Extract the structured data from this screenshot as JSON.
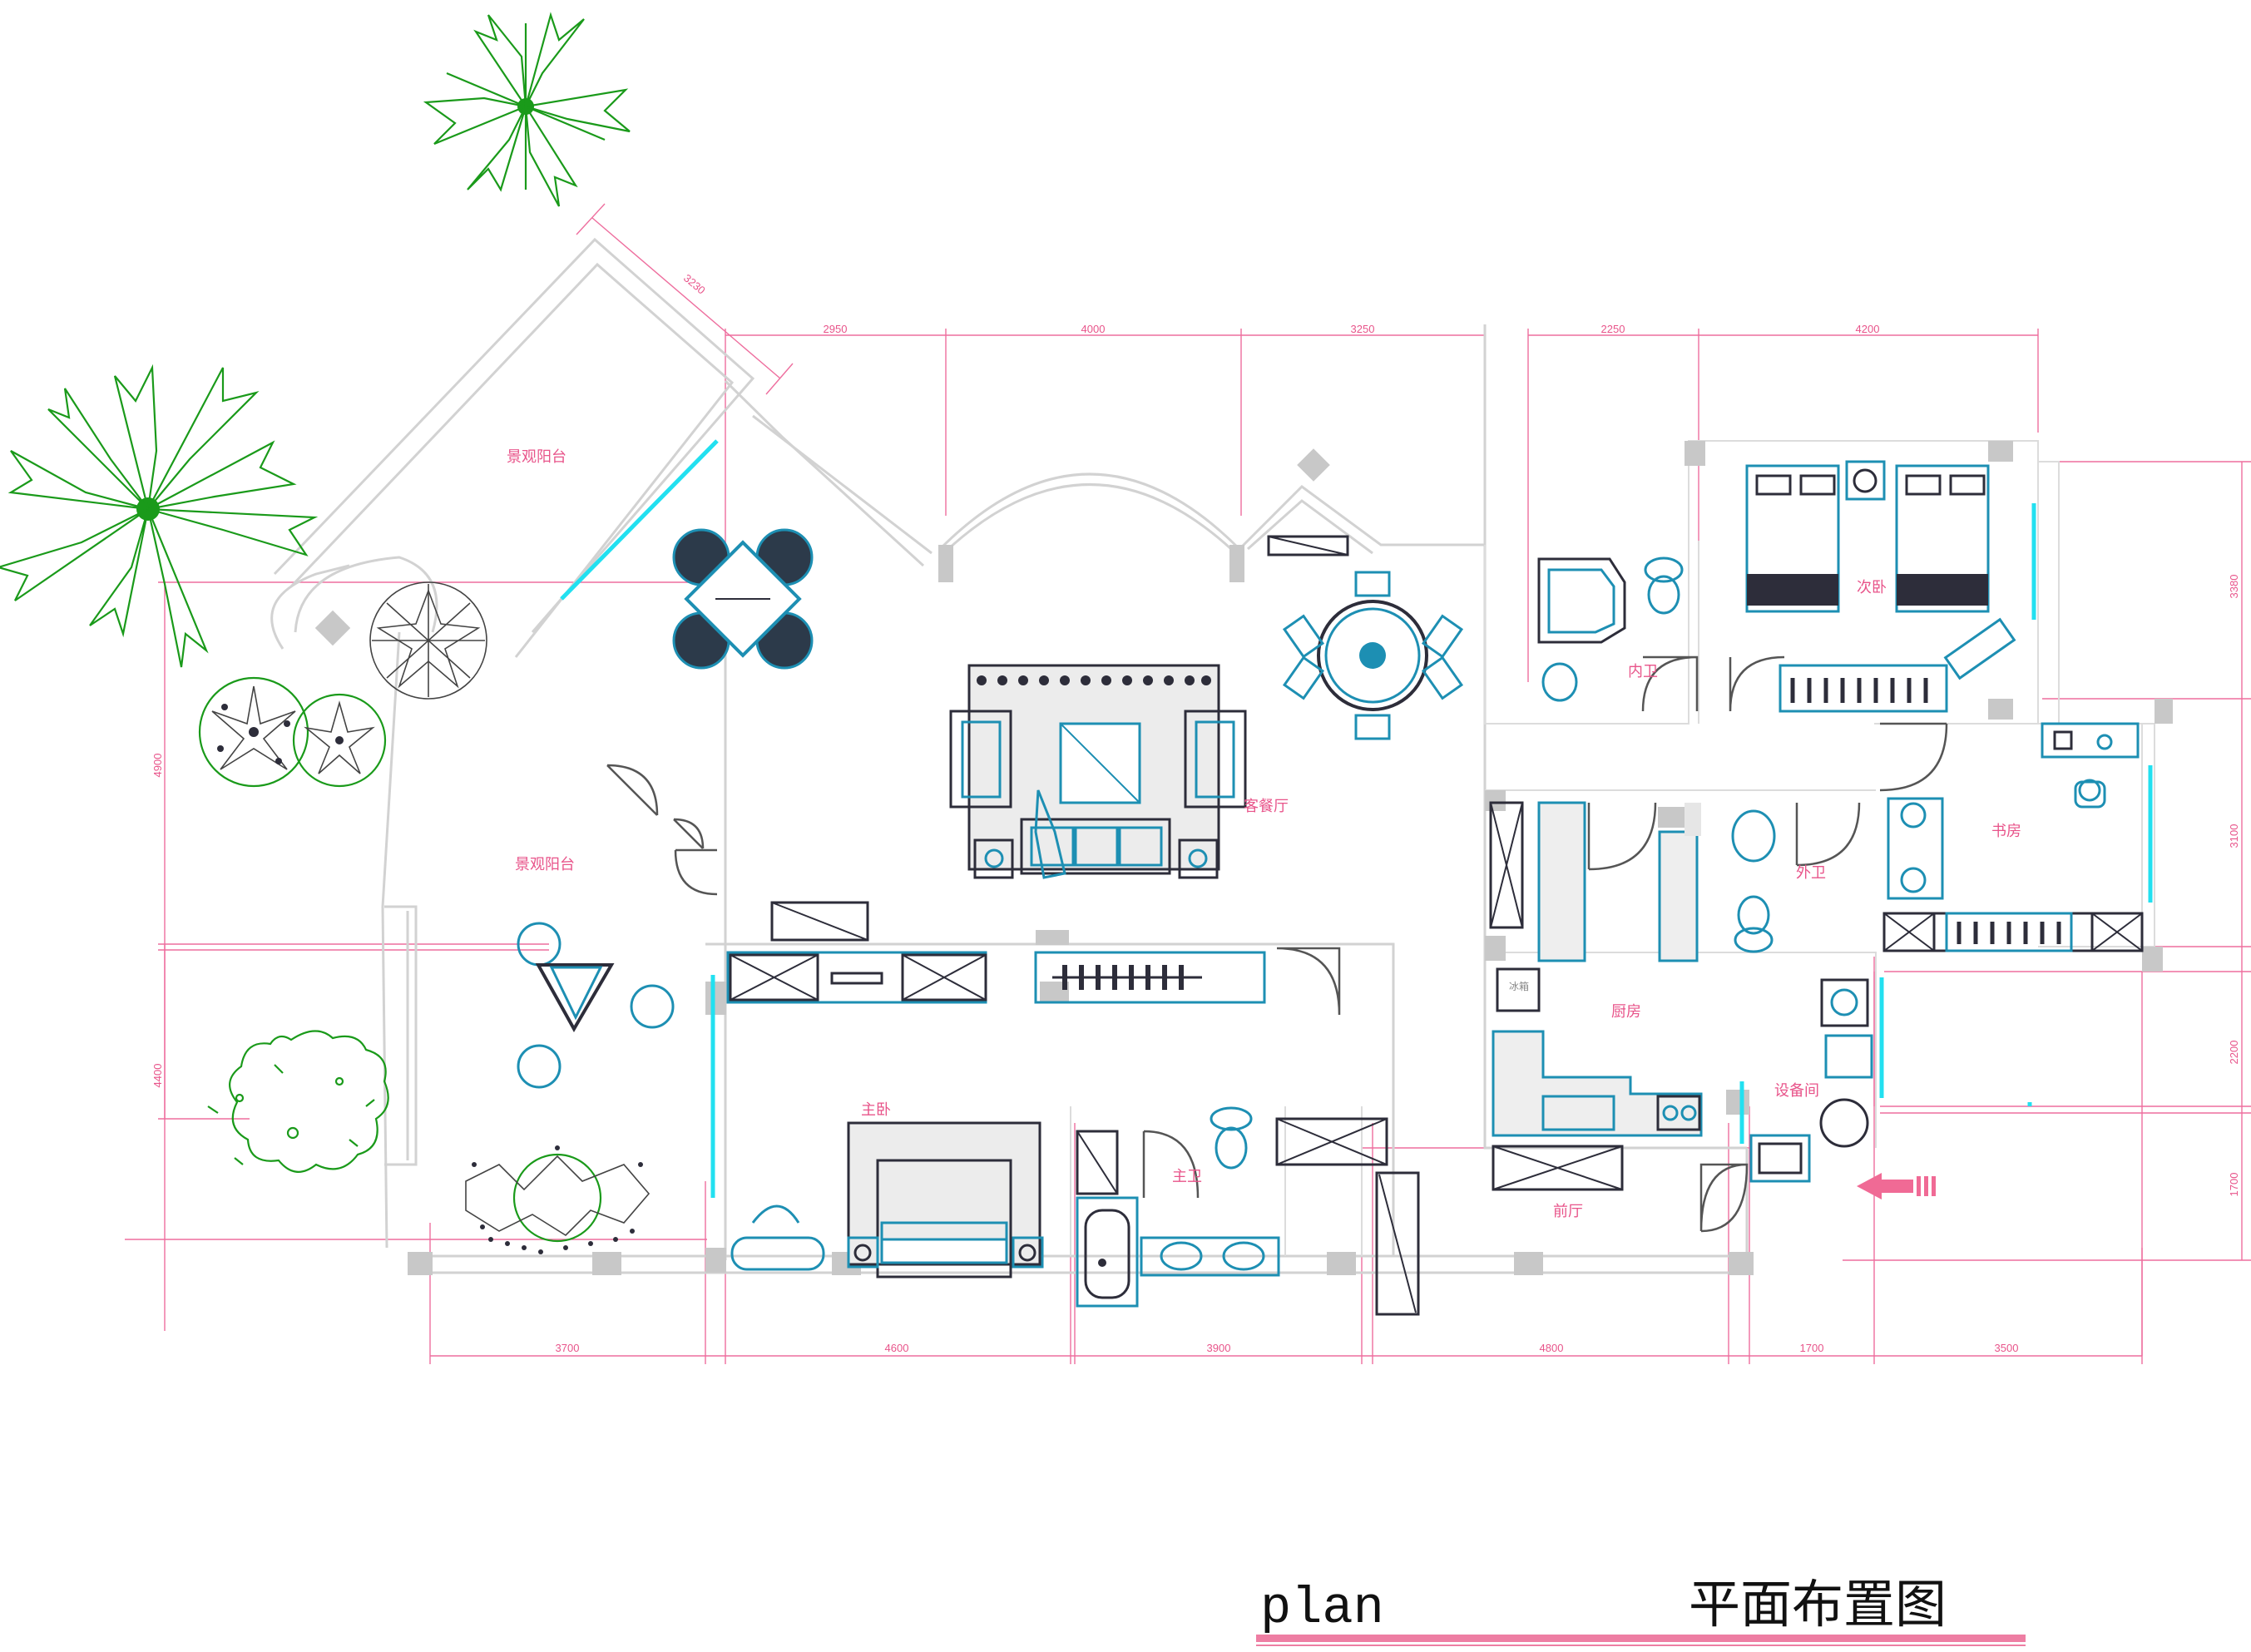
{
  "rooms": {
    "balcony_top": "景观阳台",
    "balcony_left": "景观阳台",
    "living_dining": "客餐厅",
    "master_bedroom": "主卧",
    "master_bath": "主卫",
    "inner_bath": "内卫",
    "second_bedroom": "次卧",
    "study": "书房",
    "guest_bath": "外卫",
    "kitchen": "厨房",
    "equipment_room": "设备间",
    "foyer": "前厅",
    "fridge": "冰箱"
  },
  "dimensions": {
    "top": [
      "2950",
      "4000",
      "3250",
      "2250",
      "4200"
    ],
    "balcony_diag": "3230",
    "bottom": [
      "3700",
      "4600",
      "3900",
      "4800",
      "1700",
      "3500"
    ],
    "left": [
      "4900",
      "4400"
    ],
    "right": [
      "3380",
      "3100",
      "2200",
      "1700"
    ]
  },
  "title": {
    "en": "plan",
    "cn": "平面布置图"
  },
  "colors": {
    "dimension": "#ee6e9e",
    "furniture": "#1d8fb3",
    "glass": "#22e0f0",
    "plant": "#1a9a1a",
    "wall": "#d2d2d2",
    "title_underline": "#ee6e9e",
    "entrance_arrow": "#f06a95"
  }
}
